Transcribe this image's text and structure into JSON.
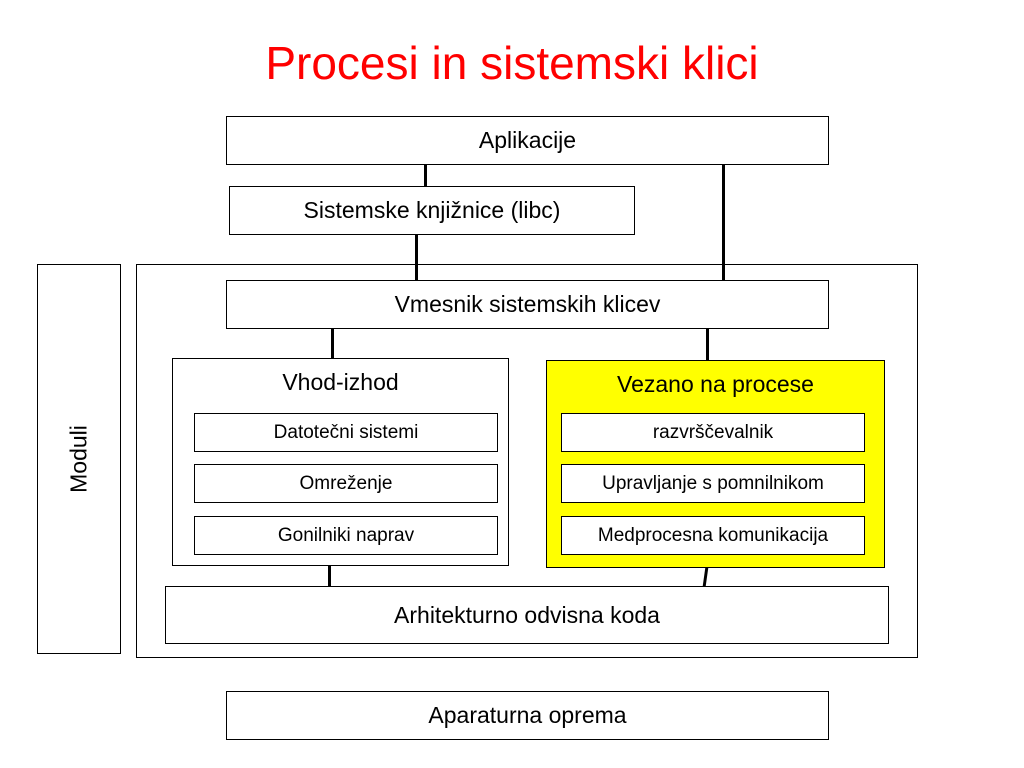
{
  "title": "Procesi in sistemski klici",
  "side_label": "Moduli",
  "layers": {
    "applications": "Aplikacije",
    "libraries": "Sistemske knjižnice (libc)",
    "syscall_interface": "Vmesnik sistemskih klicev",
    "arch_code": "Arhitekturno odvisna koda",
    "hardware": "Aparaturna oprema"
  },
  "io_group": {
    "title": "Vhod-izhod",
    "items": [
      "Datotečni sistemi",
      "Omreženje",
      "Gonilniki naprav"
    ]
  },
  "process_group": {
    "title": "Vezano na procese",
    "items": [
      "razvrščevalnik",
      "Upravljanje s pomnilnikom",
      "Medprocesna komunikacija"
    ]
  },
  "colors": {
    "title": "#ff0000",
    "process_group_fill": "#ffff00"
  }
}
